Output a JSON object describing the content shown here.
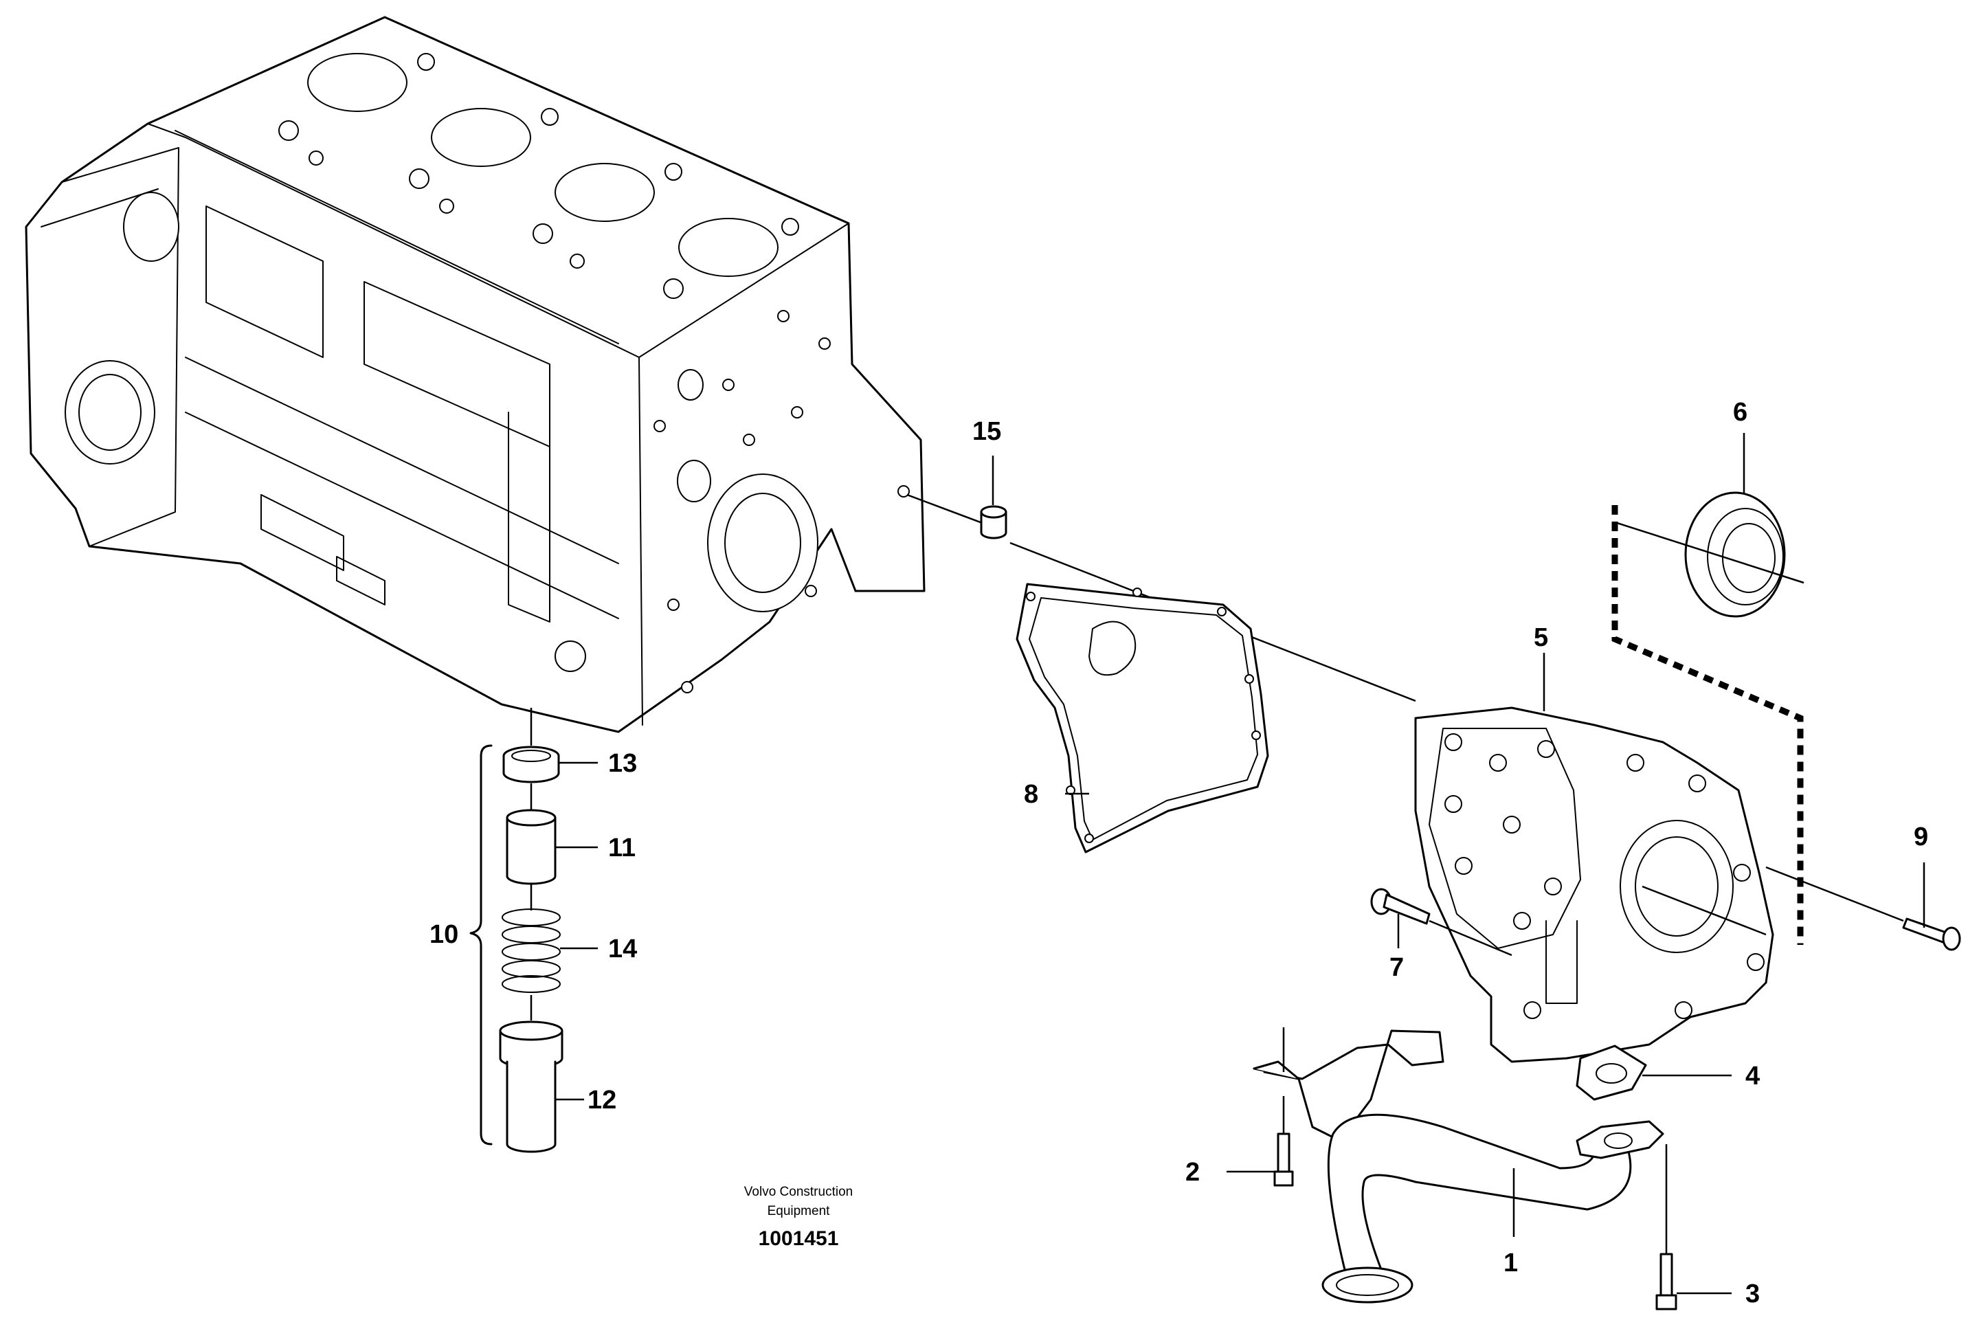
{
  "callouts": [
    {
      "id": "1",
      "label": "1"
    },
    {
      "id": "2",
      "label": "2"
    },
    {
      "id": "3",
      "label": "3"
    },
    {
      "id": "4",
      "label": "4"
    },
    {
      "id": "5",
      "label": "5"
    },
    {
      "id": "6",
      "label": "6"
    },
    {
      "id": "7",
      "label": "7"
    },
    {
      "id": "8",
      "label": "8"
    },
    {
      "id": "9",
      "label": "9"
    },
    {
      "id": "10",
      "label": "10"
    },
    {
      "id": "11",
      "label": "11"
    },
    {
      "id": "12",
      "label": "12"
    },
    {
      "id": "13",
      "label": "13"
    },
    {
      "id": "14",
      "label": "14"
    },
    {
      "id": "15",
      "label": "15"
    }
  ],
  "credit": {
    "line1": "Volvo Construction",
    "line2": "Equipment",
    "doc_number": "1001451"
  }
}
